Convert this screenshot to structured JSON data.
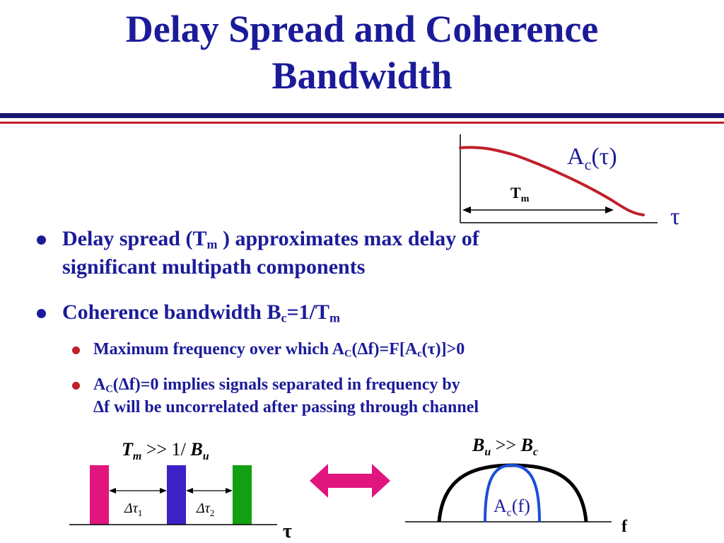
{
  "title": {
    "line1": "Delay Spread and Coherence",
    "line2": "Bandwidth"
  },
  "bullets": [
    {
      "pre": "Delay spread (T",
      "sub": "m",
      "post": " ) approximates max delay of",
      "line2": "significant multipath components"
    },
    {
      "pre": "Coherence bandwidth B",
      "sub1": "c",
      "mid": "=1/T",
      "sub2": "m"
    }
  ],
  "subbullets": [
    {
      "pre": "Maximum frequency over which A",
      "sub1": "C",
      "mid": "(Δf)=F[A",
      "sub2": "c",
      "post": "(τ)]>0"
    },
    {
      "pre": "A",
      "sub1": "C",
      "mid": "(Δf)=0 implies signals separated in frequency by",
      "line2": "Δf  will be uncorrelated after passing through channel"
    }
  ],
  "top_plot": {
    "curve_base": "A",
    "curve_sub": "c",
    "curve_arg": "(τ)",
    "tm_base": "T",
    "tm_sub": "m",
    "axis": "τ"
  },
  "bottom_left": {
    "cond_T": "T",
    "cond_Tsub": "m",
    "cond_mid": " >> 1/ ",
    "cond_B": "B",
    "cond_Bsub": "u",
    "d1_base": "Δτ",
    "d1_sub": "1",
    "d2_base": "Δτ",
    "d2_sub": "2",
    "axis": "τ",
    "bar_colors": [
      "#e0157e",
      "#3a22c6",
      "#12a012"
    ]
  },
  "bottom_right": {
    "cond_B1": "B",
    "cond_B1sub": "u",
    "cond_mid": " >> ",
    "cond_B2": "B",
    "cond_B2sub": "c",
    "ac_base": "A",
    "ac_sub": "c",
    "ac_arg": "(f)",
    "axis": "f"
  },
  "colors": {
    "title": "#1b1b9a",
    "accent_red": "#c0202a",
    "arrow": "#e0157e"
  }
}
